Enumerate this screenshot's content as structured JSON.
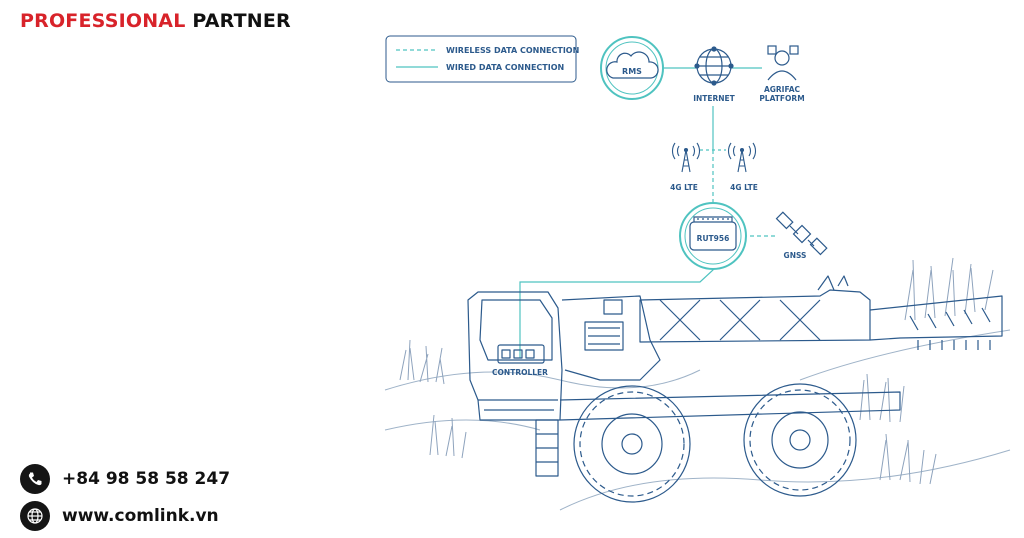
{
  "brand": {
    "part1": "PROFESSIONAL",
    "part2": "PARTNER"
  },
  "contact": {
    "phone": "+84 98 58 58 247",
    "website": "www.comlink.vn"
  },
  "legend": {
    "wireless": "WIRELESS DATA CONNECTION",
    "wired": "WIRED DATA CONNECTION"
  },
  "nodes": {
    "rms": "RMS",
    "internet": "INTERNET",
    "agrifac_1": "AGRIFAC",
    "agrifac_2": "PLATFORM",
    "lte_left": "4G LTE",
    "lte_right": "4G LTE",
    "router": "RUT956",
    "gnss": "GNSS",
    "controller": "CONTROLLER"
  },
  "icons": [
    "phone-icon",
    "globe-icon",
    "cloud-icon",
    "globe-icon",
    "satellite-icon",
    "antenna-icon"
  ],
  "colors": {
    "brand_red": "#d8232a",
    "line_teal": "#4fc3c0",
    "line_blue": "#2c5a8c"
  }
}
